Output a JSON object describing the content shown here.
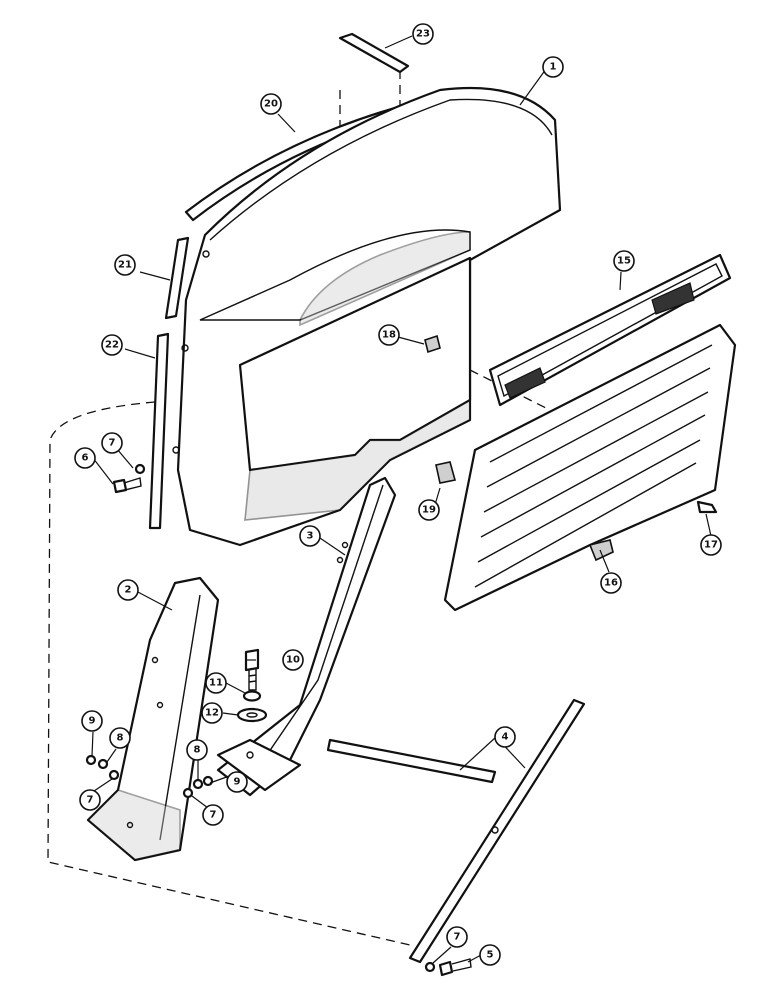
{
  "callouts": {
    "c1": "1",
    "c2": "2",
    "c3": "3",
    "c4": "4",
    "c5": "5",
    "c6": "6",
    "c7a": "7",
    "c7b": "7",
    "c7c": "7",
    "c7d": "7",
    "c8a": "8",
    "c8b": "8",
    "c9a": "9",
    "c9b": "9",
    "c10": "10",
    "c11": "11",
    "c12": "12",
    "c15": "15",
    "c16": "16",
    "c17": "17",
    "c18": "18",
    "c19": "19",
    "c20": "20",
    "c21": "21",
    "c22": "22",
    "c23": "23"
  }
}
